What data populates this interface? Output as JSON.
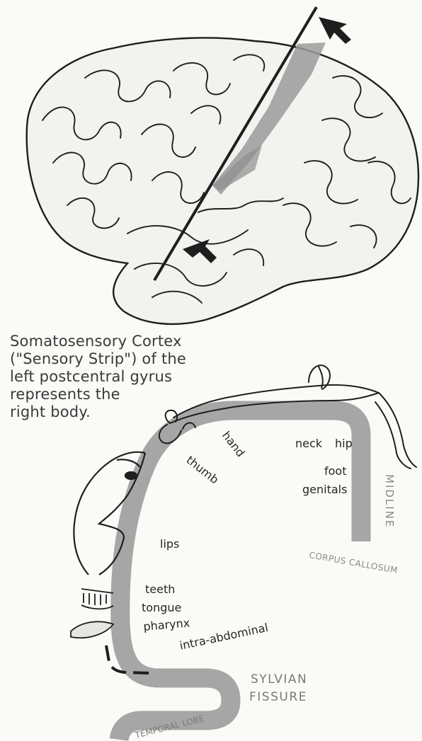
{
  "caption": {
    "line1": "Somatosensory Cortex",
    "line2": "(\"Sensory Strip\") of the",
    "line3": "left postcentral gyrus",
    "line4": "represents the",
    "line5": "right body."
  },
  "body_labels": {
    "neck": "neck",
    "hip": "hip",
    "hand": "hand",
    "foot": "foot",
    "genitals": "genitals",
    "thumb": "thumb",
    "lips": "lips",
    "teeth": "teeth",
    "tongue": "tongue",
    "pharynx": "pharynx",
    "intra_abdominal": "intra-abdominal"
  },
  "anatomy_labels": {
    "midline": "MIDLINE",
    "corpus_callosum": "CORPUS CALLOSUM",
    "sylvian": "SYLVIAN",
    "fissure": "FISSURE",
    "temporal_lobe": "TEMPORAL LOBE"
  },
  "colors": {
    "strip_gray": "#a6a6a6",
    "ink": "#1e1e1e",
    "label_gray": "#8a8a8a",
    "highlight_gray": "#9b9b9b"
  }
}
